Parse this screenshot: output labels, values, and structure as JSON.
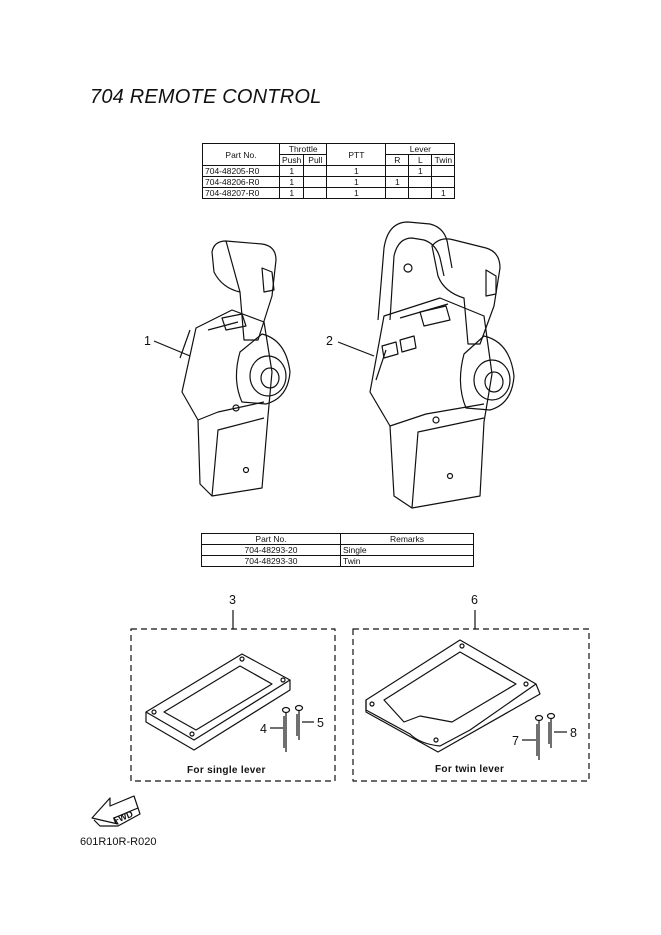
{
  "page": {
    "title": "704 REMOTE CONTROL",
    "code": "601R10R-R020"
  },
  "table_remote": {
    "headers": {
      "part_no": "Part No.",
      "throttle": "Throttle",
      "push": "Push",
      "pull": "Pull",
      "ptt": "PTT",
      "lever": "Lever",
      "r": "R",
      "l": "L",
      "twin": "Twin"
    },
    "rows": [
      {
        "part_no": "704-48205-R0",
        "push": "1",
        "pull": "",
        "ptt": "1",
        "r": "",
        "l": "1",
        "twin": ""
      },
      {
        "part_no": "704-48206-R0",
        "push": "1",
        "pull": "",
        "ptt": "1",
        "r": "1",
        "l": "",
        "twin": ""
      },
      {
        "part_no": "704-48207-R0",
        "push": "1",
        "pull": "",
        "ptt": "1",
        "r": "",
        "l": "",
        "twin": "1"
      }
    ]
  },
  "table_kit": {
    "headers": {
      "part_no": "Part No.",
      "remarks": "Remarks"
    },
    "rows": [
      {
        "part_no": "704-48293-20",
        "remarks": "Single"
      },
      {
        "part_no": "704-48293-30",
        "remarks": "Twin"
      }
    ]
  },
  "callouts": {
    "c1": "1",
    "c2": "2",
    "c3": "3",
    "c4": "4",
    "c5": "5",
    "c6": "6",
    "c7": "7",
    "c8": "8"
  },
  "kits": {
    "single_label": "For single lever",
    "twin_label": "For twin lever"
  },
  "fwd": {
    "label": "FWD"
  }
}
